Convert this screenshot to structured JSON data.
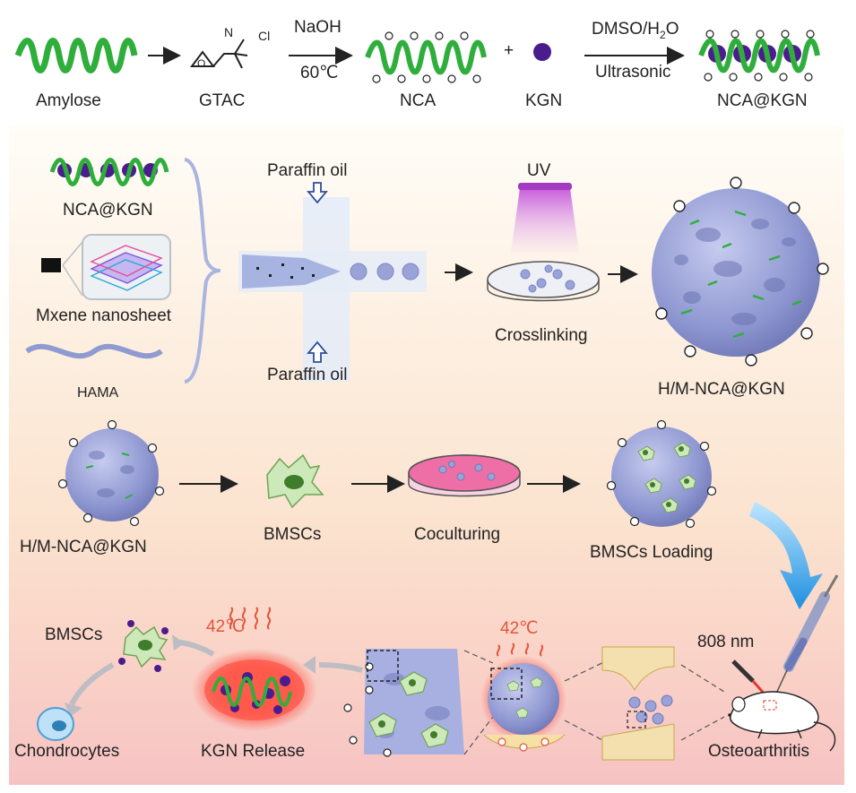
{
  "row1": {
    "amylose": "Amylose",
    "gtac": "GTAC",
    "chloride": "Cl",
    "nitrogen": "N",
    "step1_top": "NaOH",
    "step1_bottom": "60℃",
    "nca": "NCA",
    "plus": "+",
    "kgn": "KGN",
    "step2_top": "DMSO/H",
    "step2_top_sub": "2",
    "step2_top_end": "O",
    "step2_bottom": "Ultrasonic",
    "product": "NCA@KGN"
  },
  "row2": {
    "ingredient_1": "NCA@KGN",
    "ingredient_2": "Mxene nanosheet",
    "ingredient_3": "HAMA",
    "oil_top": "Paraffin oil",
    "oil_bottom": "Paraffin oil",
    "uv": "UV",
    "crosslinking": "Crosslinking",
    "product": "H/M-NCA@KGN"
  },
  "row3": {
    "start": "H/M-NCA@KGN",
    "cells": "BMSCs",
    "coculture": "Coculturing",
    "loaded": "BMSCs Loading"
  },
  "row4": {
    "bmscs": "BMSCs",
    "chondrocytes": "Chondrocytes",
    "temp_left": "42℃",
    "release": "KGN Release",
    "temp_mid": "42℃",
    "laser": "808 nm",
    "disease": "Osteoarthritis"
  },
  "colors": {
    "helix": "#2fae3c",
    "kgn": "#4b1d8c",
    "hydrogel": "#9aa3d8",
    "arrow_blue": "#2f9fe8",
    "heat": "#e2553b"
  }
}
